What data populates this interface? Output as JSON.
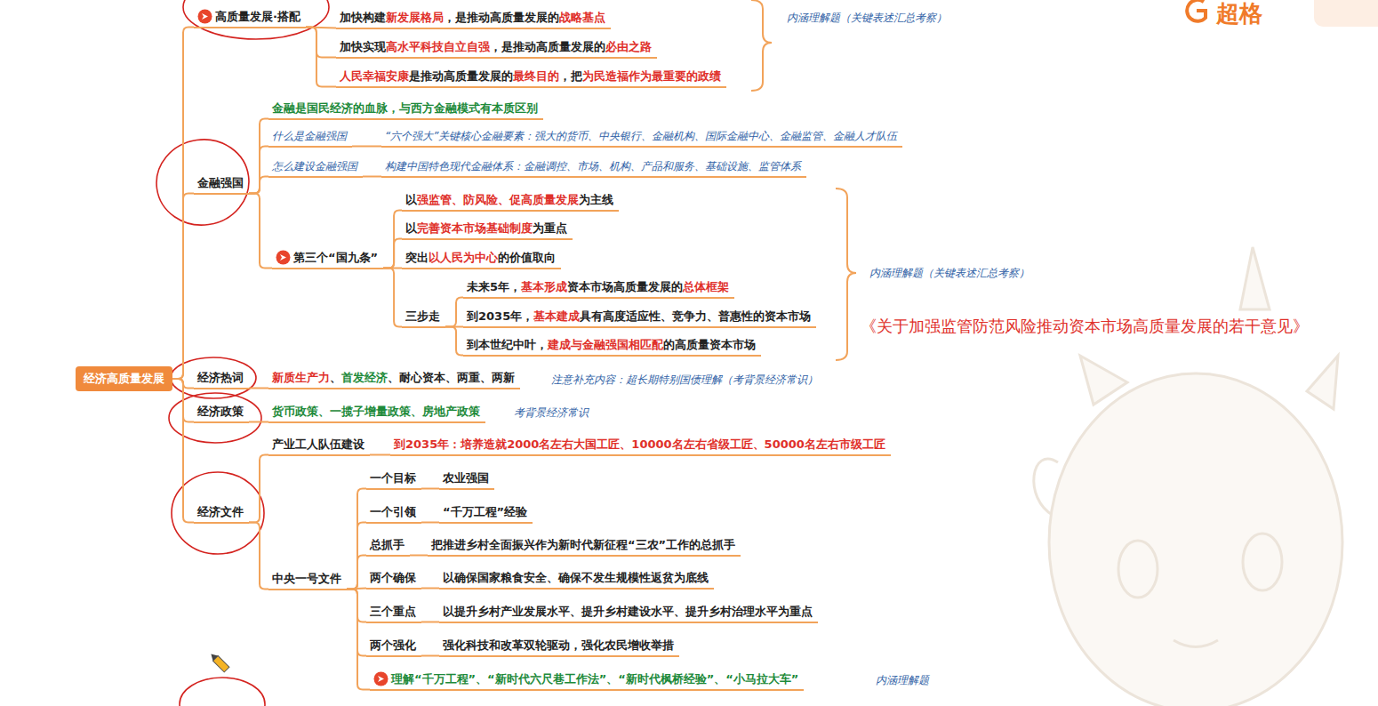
{
  "diagram": {
    "nodes": [
      {
        "text": [
          "经济高质量发展"
        ]
      },
      {
        "text": [
          "高质量发展·搭配"
        ]
      },
      {
        "text": [
          "加快构建新发展格局，是推动高质量发展的战略基点"
        ]
      },
      {
        "text": [
          "加快实现高水平科技自立自强，是推动高质量发展的必由之路"
        ]
      },
      {
        "text": [
          "人民幸福安康是推动高质量发展的最终目的，把为民造福作为最重要的政绩"
        ]
      },
      {
        "text": [
          "金融强国"
        ]
      },
      {
        "text": [
          "金融是国民经济的血脉，与西方金融模式有本质区别"
        ]
      },
      {
        "text": [
          "什么是金融强国"
        ]
      },
      {
        "text": [
          "“六个强大”关键核心金融要素：强大的货币、中央银行、金融机构、国际金融中心、金融监管、金融人才队伍"
        ]
      },
      {
        "text": [
          "怎么建设金融强国"
        ]
      },
      {
        "text": [
          "构建中国特色现代金融体系：金融调控、市场、机构、产品和服务、基础设施、监管体系"
        ]
      },
      {
        "text": [
          "第三个“国九条”"
        ]
      },
      {
        "text": [
          "以强监管、防风险、促高质量发展为主线"
        ]
      },
      {
        "text": [
          "以完善资本市场基础制度为重点"
        ]
      },
      {
        "text": [
          "突出以人民为中心的价值取向"
        ]
      },
      {
        "text": [
          "三步走"
        ]
      },
      {
        "text": [
          "未来5年，基本形成资本市场高质量发展的总体框架"
        ]
      },
      {
        "text": [
          "到2035年，基本建成具有高度适应性、竞争力、普惠性的资本市场"
        ]
      },
      {
        "text": [
          "到本世纪中叶，建成与金融强国相匹配的高质量资本市场"
        ]
      },
      {
        "text": [
          "经济热词"
        ]
      },
      {
        "text": [
          "新质生产力、首发经济、耐心资本、两重、两新"
        ]
      },
      {
        "text": [
          "经济政策"
        ]
      },
      {
        "text": [
          "货币政策、一揽子增量政策、房地产政策"
        ]
      },
      {
        "text": [
          "经济文件"
        ]
      },
      {
        "text": [
          "产业工人队伍建设"
        ]
      },
      {
        "text": [
          "到2035年：培养造就2000名左右大国工匠、10000名左右省级工匠、50000名左右市级工匠"
        ]
      },
      {
        "text": [
          "中央一号文件"
        ]
      },
      {
        "text": [
          "一个目标"
        ]
      },
      {
        "text": [
          "农业强国"
        ]
      },
      {
        "text": [
          "一个引领"
        ]
      },
      {
        "text": [
          "“千万工程”经验"
        ]
      },
      {
        "text": [
          "总抓手"
        ]
      },
      {
        "text": [
          "把推进乡村全面振兴作为新时代新征程“三农”工作的总抓手"
        ]
      },
      {
        "text": [
          "两个确保"
        ]
      },
      {
        "text": [
          "以确保国家粮食安全、确保不发生规模性返贫为底线"
        ]
      },
      {
        "text": [
          "三个重点"
        ]
      },
      {
        "text": [
          "以提升乡村产业发展水平、提升乡村建设水平、提升乡村治理水平为重点"
        ]
      },
      {
        "text": [
          "两个强化"
        ]
      },
      {
        "text": [
          "强化科技和改革双轮驱动，强化农民增收举措"
        ]
      },
      {
        "text": [
          "理解“千万工程”、“新时代六尺巷工作法”、“新时代枫桥经验”、“小马拉大车”"
        ]
      }
    ],
    "edges": [
      {
        "from": 0,
        "to": 1,
        "arrow": "none"
      },
      {
        "from": 0,
        "to": 5,
        "arrow": "none"
      },
      {
        "from": 0,
        "to": 19,
        "arrow": "none"
      },
      {
        "from": 0,
        "to": 21,
        "arrow": "none"
      },
      {
        "from": 0,
        "to": 23,
        "arrow": "none"
      },
      {
        "from": 1,
        "to": 2,
        "arrow": "none"
      },
      {
        "from": 1,
        "to": 3,
        "arrow": "none"
      },
      {
        "from": 1,
        "to": 4,
        "arrow": "none"
      },
      {
        "from": 5,
        "to": 6,
        "arrow": "none"
      },
      {
        "from": 5,
        "to": 7,
        "arrow": "none"
      },
      {
        "from": 5,
        "to": 9,
        "arrow": "none"
      },
      {
        "from": 5,
        "to": 11,
        "arrow": "none"
      },
      {
        "from": 7,
        "to": 8,
        "arrow": "none"
      },
      {
        "from": 9,
        "to": 10,
        "arrow": "none"
      },
      {
        "from": 11,
        "to": 12,
        "arrow": "none"
      },
      {
        "from": 11,
        "to": 13,
        "arrow": "none"
      },
      {
        "from": 11,
        "to": 14,
        "arrow": "none"
      },
      {
        "from": 11,
        "to": 15,
        "arrow": "none"
      },
      {
        "from": 15,
        "to": 16,
        "arrow": "none"
      },
      {
        "from": 15,
        "to": 17,
        "arrow": "none"
      },
      {
        "from": 15,
        "to": 18,
        "arrow": "none"
      },
      {
        "from": 19,
        "to": 20,
        "arrow": "none"
      },
      {
        "from": 21,
        "to": 22,
        "arrow": "none"
      },
      {
        "from": 23,
        "to": 24,
        "arrow": "none"
      },
      {
        "from": 23,
        "to": 26,
        "arrow": "none"
      },
      {
        "from": 24,
        "to": 25,
        "arrow": "none"
      },
      {
        "from": 26,
        "to": 27,
        "arrow": "none"
      },
      {
        "from": 26,
        "to": 29,
        "arrow": "none"
      },
      {
        "from": 26,
        "to": 31,
        "arrow": "none"
      },
      {
        "from": 26,
        "to": 33,
        "arrow": "none"
      },
      {
        "from": 26,
        "to": 35,
        "arrow": "none"
      },
      {
        "from": 26,
        "to": 37,
        "arrow": "none"
      },
      {
        "from": 26,
        "to": 39,
        "arrow": "none"
      },
      {
        "from": 27,
        "to": 28,
        "arrow": "none"
      },
      {
        "from": 29,
        "to": 30,
        "arrow": "none"
      },
      {
        "from": 31,
        "to": 32,
        "arrow": "none"
      },
      {
        "from": 33,
        "to": 34,
        "arrow": "none"
      },
      {
        "from": 35,
        "to": 36,
        "arrow": "none"
      },
      {
        "from": 37,
        "to": 38,
        "arrow": "none"
      }
    ],
    "labels": [
      "内涵理解题（关键表述汇总考察）",
      "内涵理解题（关键表述汇总考察）",
      "《关于加强监管防范风险推动资本市场高质量发展的若干意见》",
      "注意补充内容：超长期特别国债理解（考背景经济常识）",
      "考背景经济常识",
      "内涵理解题",
      "超格"
    ]
  }
}
